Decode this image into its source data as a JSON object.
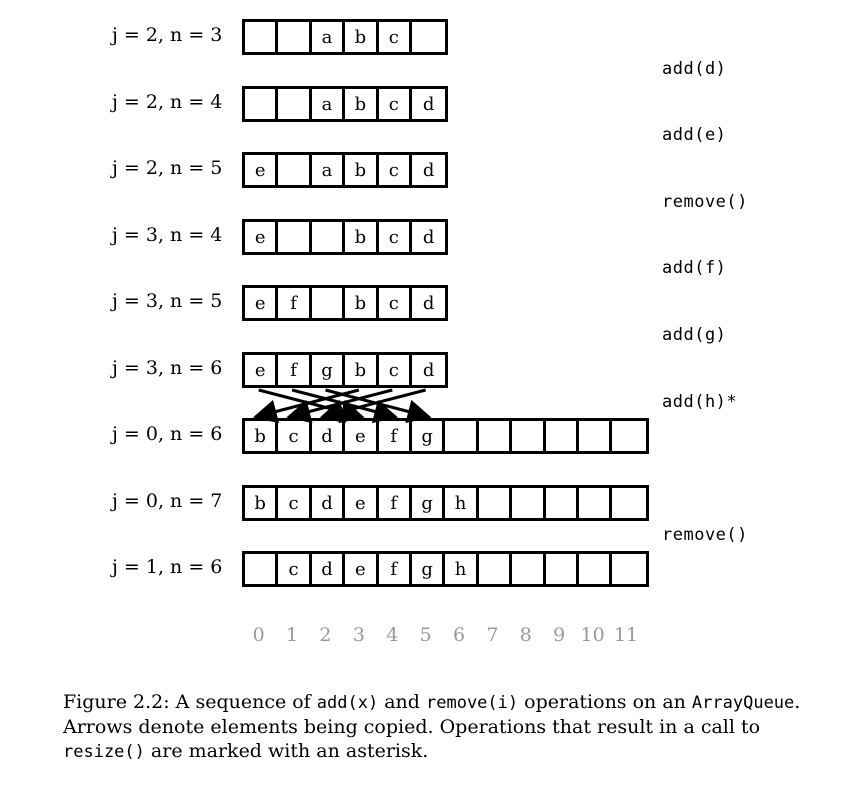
{
  "rows": [
    {
      "label": "j = 2, n = 3",
      "cells": [
        "",
        "",
        "a",
        "b",
        "c",
        ""
      ]
    },
    {
      "label": "j = 2, n = 4",
      "cells": [
        "",
        "",
        "a",
        "b",
        "c",
        "d"
      ]
    },
    {
      "label": "j = 2, n = 5",
      "cells": [
        "e",
        "",
        "a",
        "b",
        "c",
        "d"
      ]
    },
    {
      "label": "j = 3, n = 4",
      "cells": [
        "e",
        "",
        "",
        "b",
        "c",
        "d"
      ]
    },
    {
      "label": "j = 3, n = 5",
      "cells": [
        "e",
        "f",
        "",
        "b",
        "c",
        "d"
      ]
    },
    {
      "label": "j = 3, n = 6",
      "cells": [
        "e",
        "f",
        "g",
        "b",
        "c",
        "d"
      ]
    },
    {
      "label": "j = 0, n = 6",
      "cells": [
        "b",
        "c",
        "d",
        "e",
        "f",
        "g",
        "",
        "",
        "",
        "",
        "",
        ""
      ]
    },
    {
      "label": "j = 0, n = 7",
      "cells": [
        "b",
        "c",
        "d",
        "e",
        "f",
        "g",
        "h",
        "",
        "",
        "",
        "",
        ""
      ]
    },
    {
      "label": "j = 1, n = 6",
      "cells": [
        "",
        "c",
        "d",
        "e",
        "f",
        "g",
        "h",
        "",
        "",
        "",
        "",
        ""
      ]
    }
  ],
  "operations": [
    "add(d)",
    "add(e)",
    "remove()",
    "add(f)",
    "add(g)",
    "add(h)*",
    "remove()"
  ],
  "indices": [
    "0",
    "1",
    "2",
    "3",
    "4",
    "5",
    "6",
    "7",
    "8",
    "9",
    "10",
    "11"
  ],
  "copies": [
    {
      "from": 3,
      "to": 0
    },
    {
      "from": 4,
      "to": 1
    },
    {
      "from": 5,
      "to": 2
    },
    {
      "from": 0,
      "to": 3
    },
    {
      "from": 1,
      "to": 4
    },
    {
      "from": 2,
      "to": 5
    }
  ],
  "caption": {
    "p1": "Figure 2.2: A sequence of ",
    "c1": "add(x)",
    "p2": " and ",
    "c2": "remove(i)",
    "p3": " operations on an ",
    "c3": "ArrayQueue",
    "p4": ". Arrows denote elements being copied. Operations that result in a call to ",
    "c4": "resize()",
    "p5": " are marked with an asterisk."
  }
}
